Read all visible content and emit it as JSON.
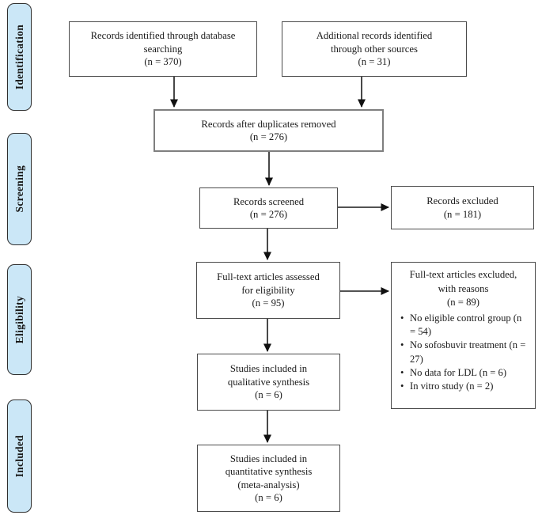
{
  "stages": [
    {
      "label": "Identification"
    },
    {
      "label": "Screening"
    },
    {
      "label": "Eligibility"
    },
    {
      "label": "Included"
    }
  ],
  "boxes": {
    "records_identified": {
      "text": "Records identified through database\nsearching\n(n = 370)"
    },
    "additional_records": {
      "text": "Additional records identified\nthrough other sources\n(n = 31)"
    },
    "duplicates_removed": {
      "text": "Records after duplicates removed\n(n = 276)"
    },
    "records_screened": {
      "text": "Records screened\n(n = 276)"
    },
    "records_excluded": {
      "text": "Records excluded\n(n = 181)"
    },
    "fulltext_assessed": {
      "text": "Full-text articles assessed\nfor eligibility\n(n = 95)"
    },
    "fulltext_excluded": {
      "heading": "Full-text articles excluded,\nwith reasons\n(n = 89)",
      "reasons": [
        "No eligible control group (n = 54)",
        "No sofosbuvir treatment (n = 27)",
        "No data for LDL (n = 6)",
        "In vitro study (n = 2)"
      ]
    },
    "qualitative_synthesis": {
      "text": "Studies included in\nqualitative synthesis\n(n = 6)"
    },
    "quantitative_synthesis": {
      "text": "Studies included in\nquantitative synthesis\n(meta-analysis)\n(n = 6)"
    }
  },
  "colors": {
    "background": "#ffffff",
    "stage_fill": "#cbe7f7",
    "stage_border": "#2f2f2f",
    "box_border": "#4a4a4a",
    "merge_box_border": "#7f7f7f",
    "arrow": "#1a1a1a",
    "text": "#1a1a1a"
  }
}
